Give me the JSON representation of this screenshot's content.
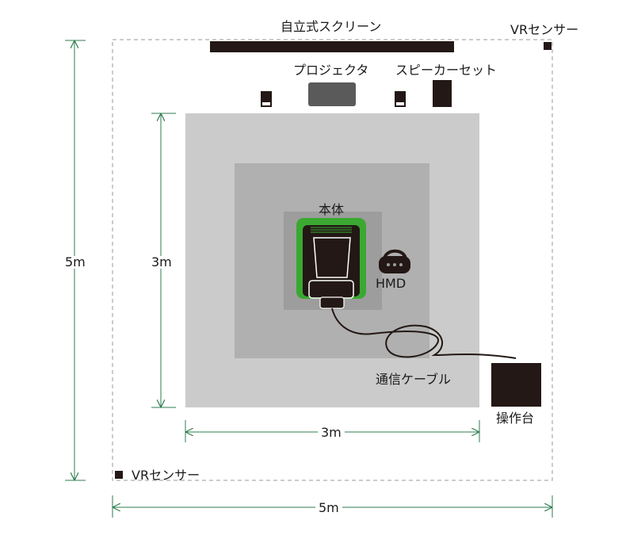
{
  "labels": {
    "screen": "自立式スクリーン",
    "vr_sensor_top": "VRセンサー",
    "vr_sensor_bottom": "VRセンサー",
    "projector": "プロジェクタ",
    "speaker_set": "スピーカーセット",
    "unit": "本体",
    "hmd": "HMD",
    "cable": "通信ケーブル",
    "console": "操作台"
  },
  "dimensions": {
    "outer_height": "5m",
    "outer_width": "5m",
    "inner_height": "3m",
    "inner_width": "3m"
  },
  "colors": {
    "dimension_line": "#2e7d4f",
    "unit_green": "#3aa832",
    "area_light": "#cbcbcb",
    "area_mid": "#b0b0b0",
    "area_dark": "#9d9d9d",
    "equipment": "#231815",
    "projector": "#5a5a5a"
  },
  "icons": [
    "hmd-icon",
    "seat-icon",
    "sensor-icon",
    "speaker-icon"
  ]
}
